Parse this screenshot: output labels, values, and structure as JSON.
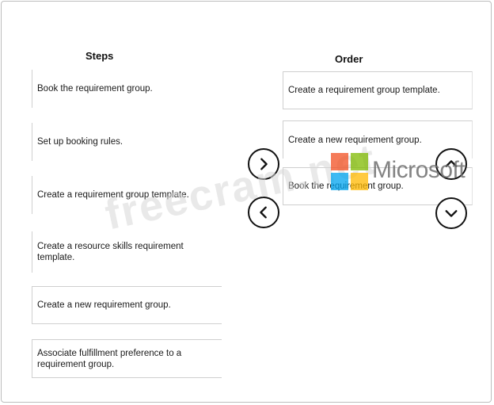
{
  "headings": {
    "steps": "Steps",
    "order": "Order"
  },
  "steps": [
    "Book the requirement group.",
    "Set up booking rules.",
    "Create a requirement group template.",
    "Create a resource skills requirement template.",
    "Create a new requirement group.",
    "Associate fulfillment preference to a requirement group."
  ],
  "order": [
    "Create a requirement group template.",
    "Create a new requirement group.",
    "Book the requirement group."
  ],
  "watermark": {
    "site": "freecram.net",
    "brand": "Microsoft"
  },
  "icons": {
    "move_right": "chevron-right-icon",
    "move_left": "chevron-left-icon",
    "move_up": "chevron-up-icon",
    "move_down": "chevron-down-icon"
  },
  "colors": {
    "ms_red": "#f25022",
    "ms_green": "#7fba00",
    "ms_blue": "#00a4ef",
    "ms_yellow": "#ffb900",
    "border": "#cfcfcf"
  }
}
